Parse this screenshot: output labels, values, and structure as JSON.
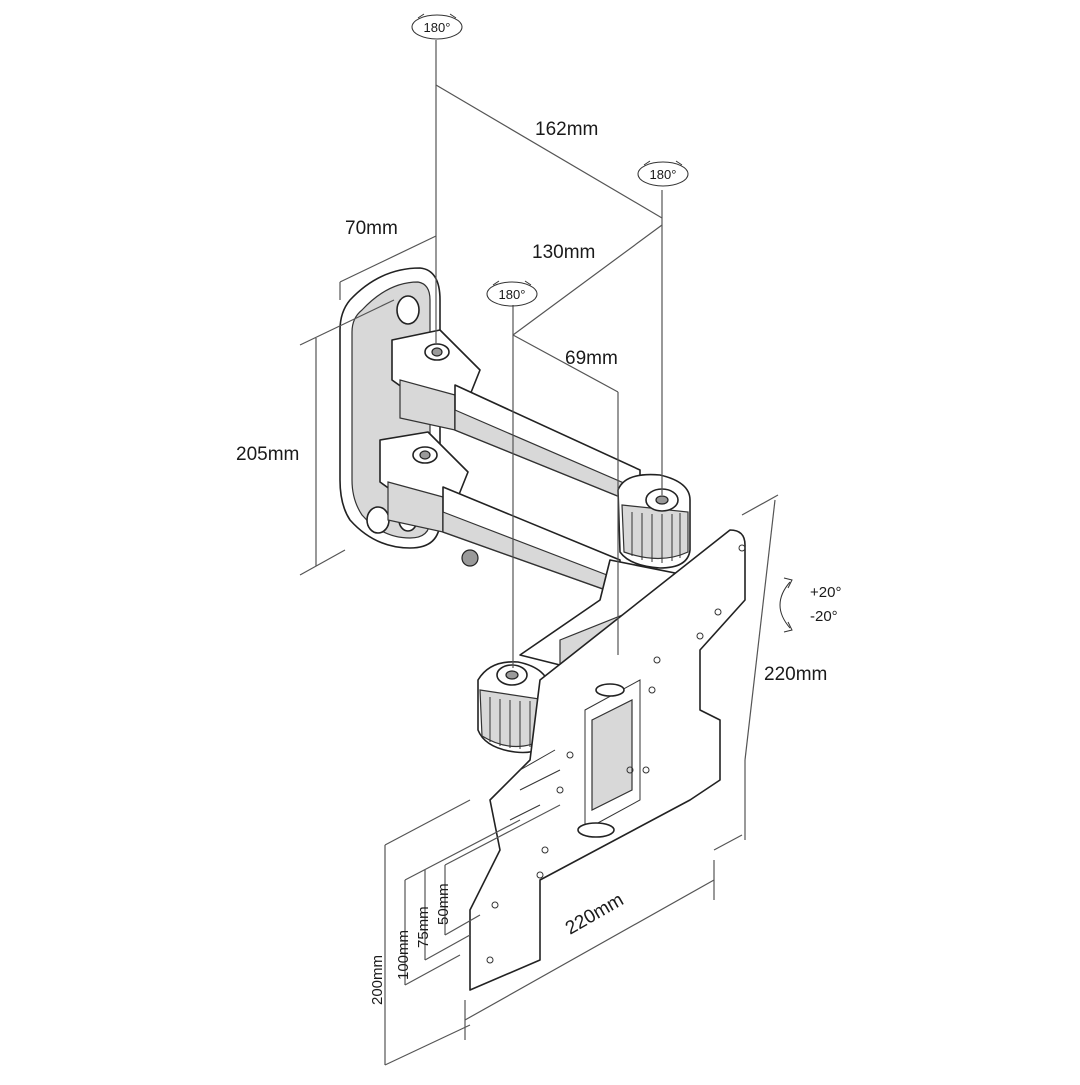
{
  "diagram": {
    "rotation_labels": [
      "180°",
      "180°",
      "180°"
    ],
    "tilt": {
      "plus": "+20°",
      "minus": "-20°"
    },
    "dimensions": {
      "arm_long": "162mm",
      "arm_short": "130mm",
      "wall_depth": "70mm",
      "arm_offset": "69mm",
      "wall_height": "205mm",
      "plate_height": "220mm",
      "plate_width": "220mm",
      "vesa_50": "50mm",
      "vesa_75": "75mm",
      "vesa_100": "100mm",
      "vesa_200": "200mm"
    }
  }
}
